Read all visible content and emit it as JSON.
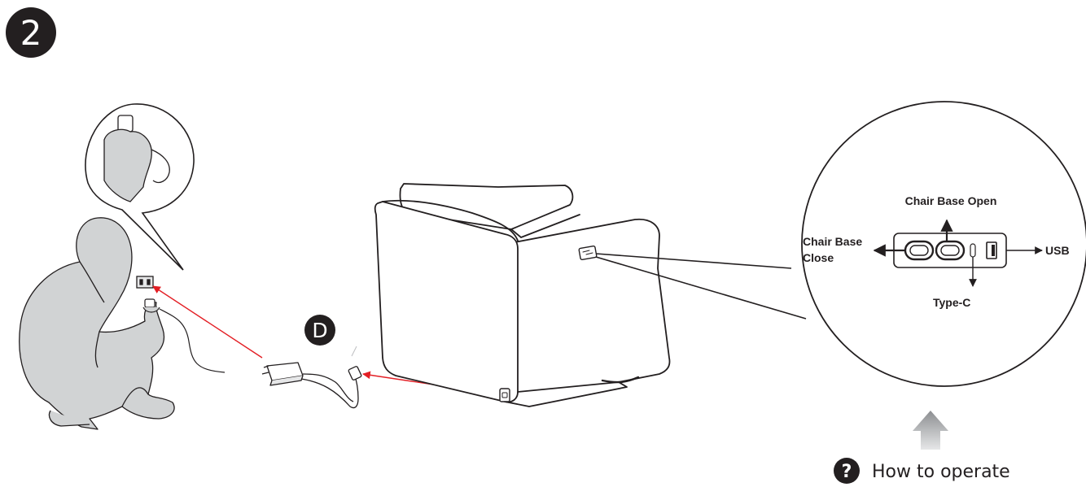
{
  "step": {
    "number": "2"
  },
  "part_badge": {
    "letter": "D"
  },
  "control_panel": {
    "title_open": "Chair Base Open",
    "label_close_line1": "Chair Base",
    "label_close_line2": "Close",
    "label_usb": "USB",
    "label_type_c": "Type-C"
  },
  "help": {
    "icon_glyph": "?",
    "text": "How to operate"
  },
  "colors": {
    "ink": "#231f20",
    "figure_fill": "#d1d3d4",
    "arrow_red": "#e31e24",
    "hint_arrow": "#9d9fa2"
  }
}
